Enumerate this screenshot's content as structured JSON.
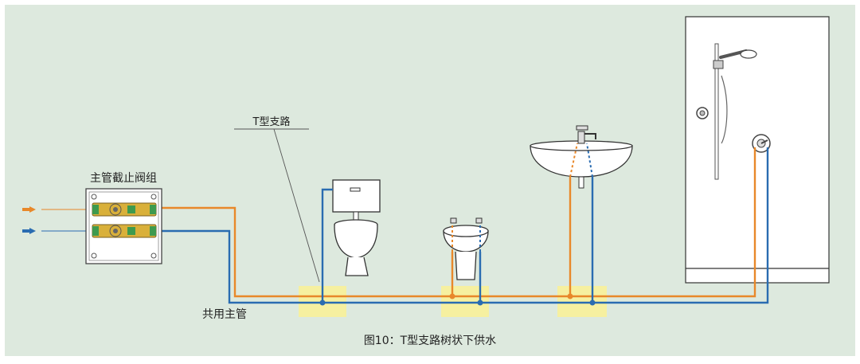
{
  "labels": {
    "manifold": "主管截止阀组",
    "branch": "T型支路",
    "main_pipe": "共用主管",
    "caption": "图10：T型支路树状下供水"
  },
  "colors": {
    "background": "#dde9de",
    "hot_pipe": "#e8882a",
    "cold_pipe": "#2a6cb1",
    "junction_highlight": "#f6f0a0",
    "fixture_fill": "#ffffff",
    "fixture_stroke": "#333333",
    "valve_brass": "#d9b03a",
    "valve_green": "#3e9a4e",
    "text": "#222222"
  }
}
